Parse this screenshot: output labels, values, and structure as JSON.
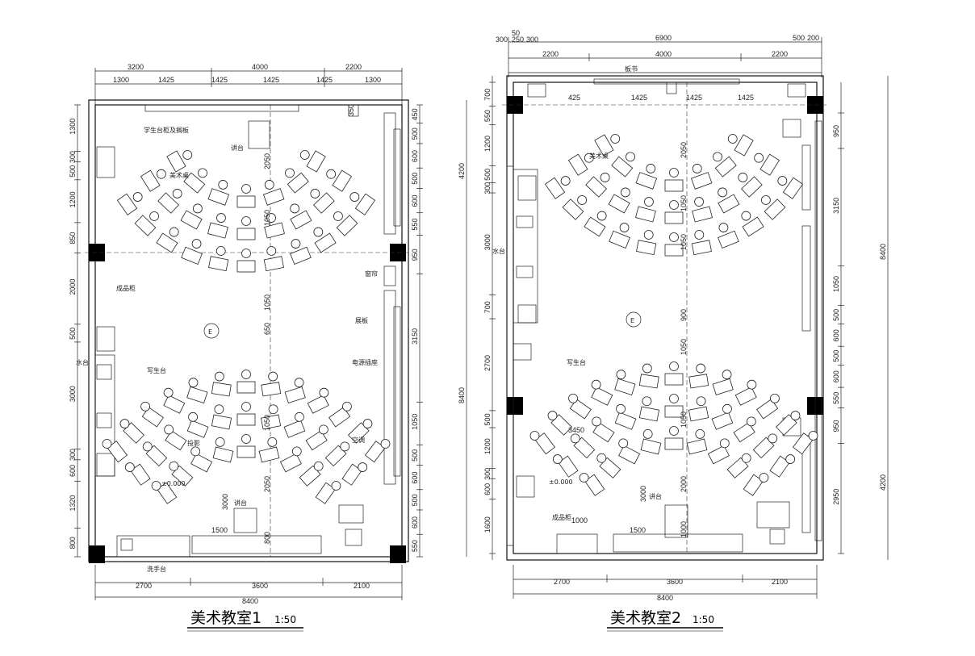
{
  "plans": [
    {
      "id": "plan1",
      "title": "美术教室1",
      "scale": "1:50",
      "dims": {
        "top_main": [
          "3200",
          "4000",
          "2200"
        ],
        "top_sub": [
          "1300",
          "1425",
          "1425",
          "1425",
          "1425",
          "1300"
        ],
        "bottom_sub": [
          "2700",
          "3600",
          "2100"
        ],
        "bottom_total": "8400",
        "left": [
          "1300",
          "300",
          "500",
          "1200",
          "850",
          "2000",
          "500",
          "3000",
          "300",
          "600",
          "1320",
          "800"
        ],
        "right_inner": [
          "450",
          "500",
          "600",
          "500",
          "600",
          "550",
          "950",
          "3150",
          "1050",
          "500",
          "600",
          "500",
          "600",
          "550"
        ],
        "right_outer_a": "4200",
        "right_outer_b": "8400",
        "interior": [
          "2050",
          "1050",
          "650",
          "1050",
          "2050",
          "1050",
          "3000",
          "800",
          "1500",
          "350"
        ]
      },
      "labels": {
        "upper_row_top": "学生台柜及搁板",
        "teacher_desk": "讲台",
        "art_desk": "美术桌",
        "exhibit_cabinet": "成品柜",
        "sink": "水台",
        "student_table": "写生台",
        "podium": "讲台",
        "side_rack": "展板",
        "outlet": "电源插座",
        "air_cond": "空调",
        "projector": "投影",
        "cabinet_right": "窗帘",
        "wash_basin": "洗手台",
        "elevation": "±0.000",
        "room_center": "E"
      }
    },
    {
      "id": "plan2",
      "title": "美术教室2",
      "scale": "1:50",
      "dims": {
        "top_top": [
          "50",
          "300",
          "250",
          "300",
          "6900",
          "500",
          "200"
        ],
        "top_main": [
          "2200",
          "4000",
          "2200"
        ],
        "top_sub": [
          "425",
          "1425",
          "1425",
          "1425"
        ],
        "bottom_sub": [
          "2700",
          "3600",
          "2100"
        ],
        "bottom_total": "8400",
        "left": [
          "700",
          "550",
          "1200",
          "500",
          "300",
          "3000",
          "700",
          "2700",
          "500",
          "1200",
          "300",
          "600",
          "1600"
        ],
        "right_inner": [
          "950",
          "3150",
          "1050",
          "500",
          "600",
          "500",
          "600",
          "550",
          "950",
          "2950"
        ],
        "right_outer": [
          "8400",
          "4200"
        ],
        "interior": [
          "2050",
          "1050",
          "1050",
          "900",
          "1050",
          "1050",
          "2000",
          "3000",
          "1000",
          "1500",
          "1000",
          "3450"
        ]
      },
      "labels": {
        "art_desk": "美术桌",
        "sink": "水台",
        "student_table": "写生台",
        "podium": "讲台",
        "exhibit": "成品柜",
        "board": "板书",
        "room_center": "E",
        "elevation": "±0.000"
      }
    }
  ]
}
